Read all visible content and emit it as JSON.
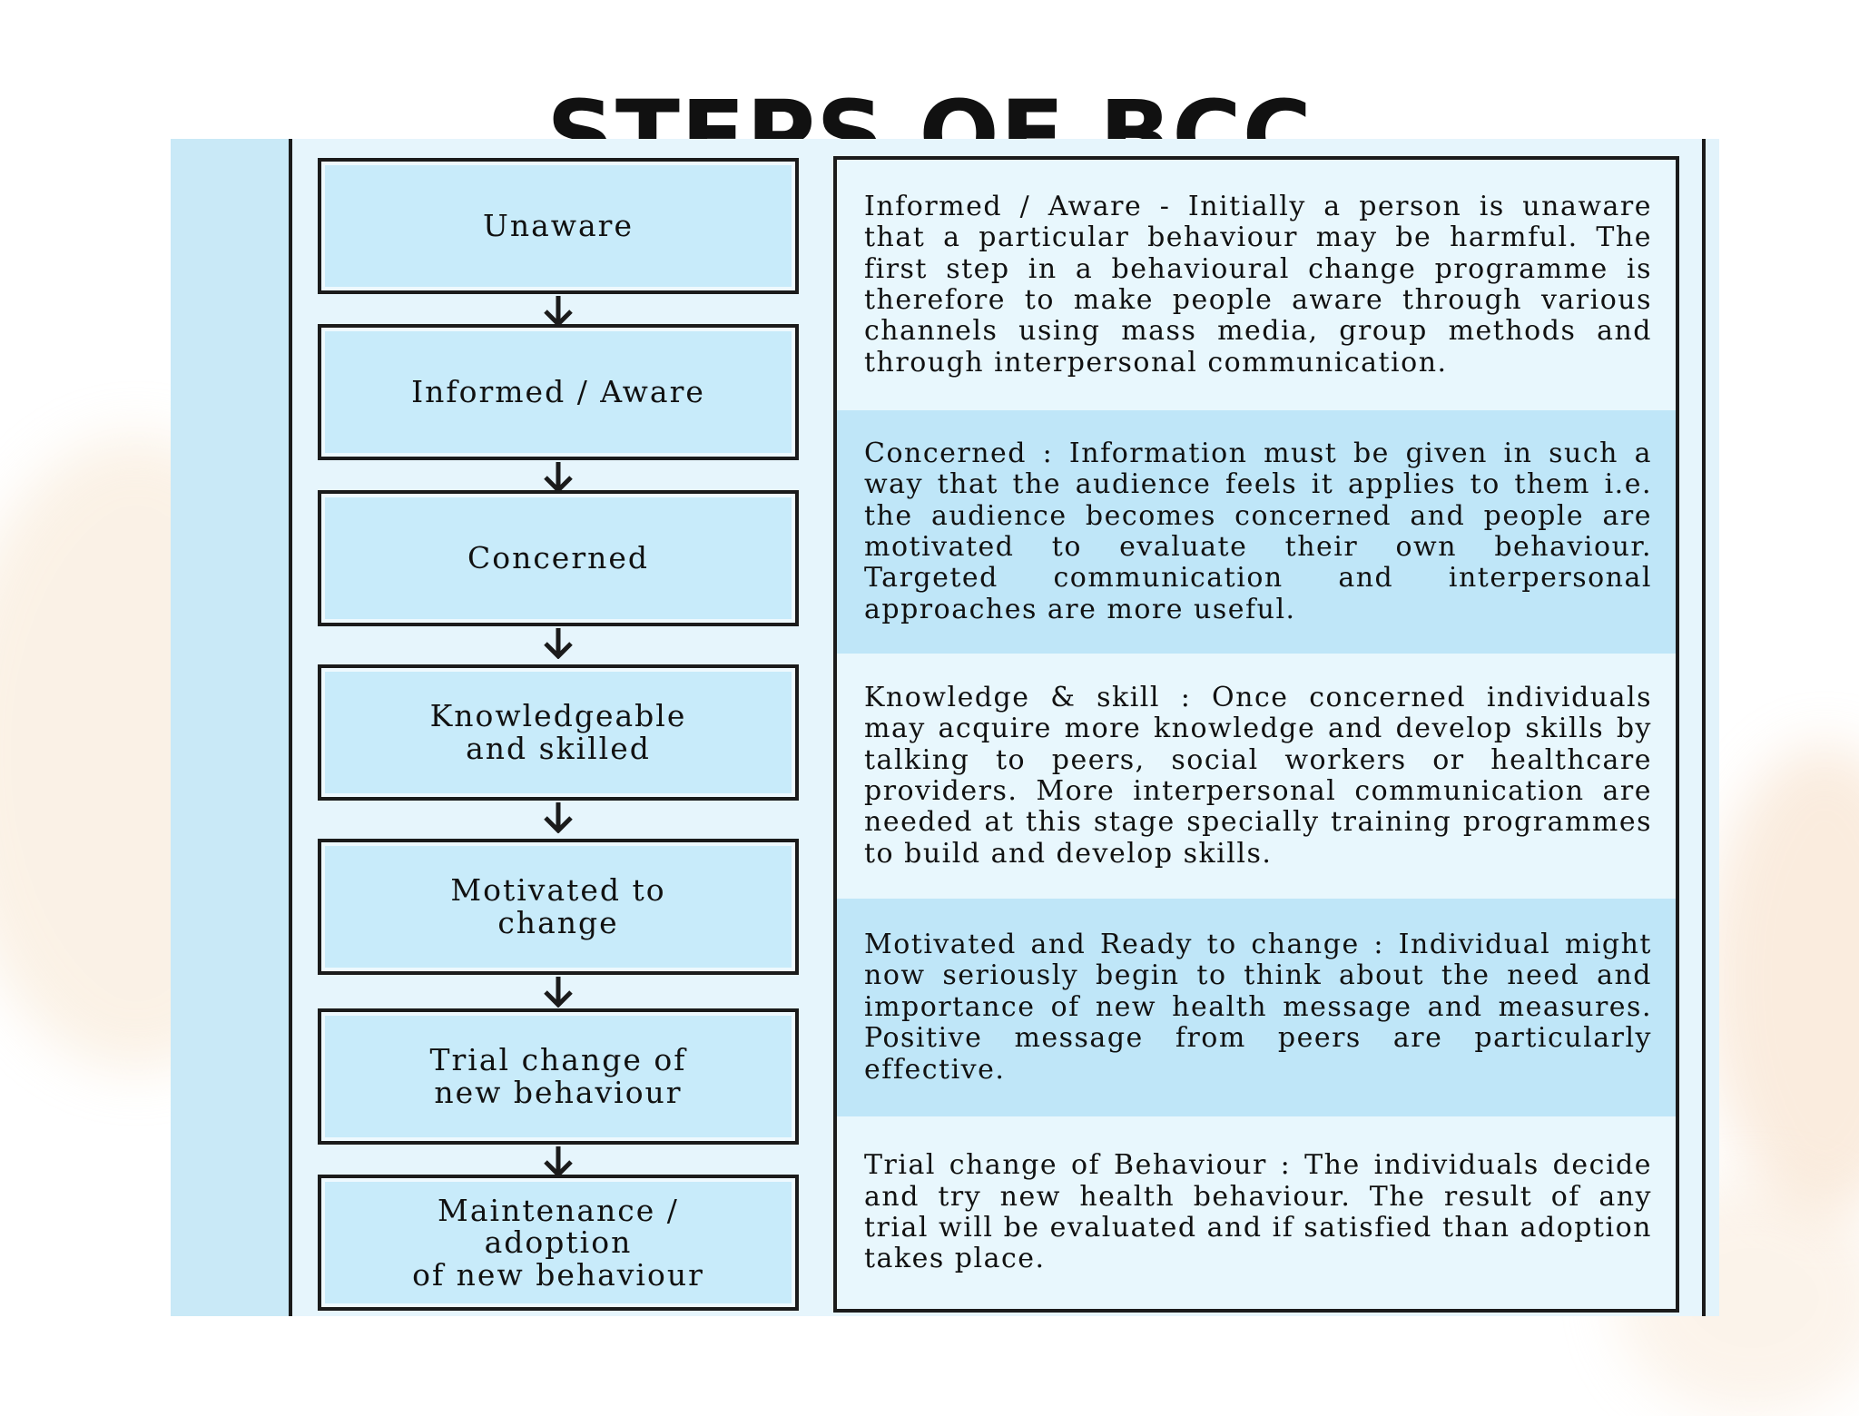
{
  "slide": {
    "title": "STEPS OF BCC"
  },
  "steps": [
    "Unaware",
    "Informed / Aware",
    "Concerned",
    "Knowledgeable\nand skilled",
    "Motivated to\nchange",
    "Trial change of\nnew behaviour",
    "Maintenance /\nadoption\nof new behaviour"
  ],
  "descriptions": [
    "Informed / Aware - Initially a person is unaware that a particular behaviour may be harmful. The first step in a behavioural change programme is therefore to make people aware through various channels using mass media, group methods and through interpersonal communication.",
    "Concerned : Information must be given in such a way that the audience feels it applies to them i.e. the audience becomes concerned and people are motivated to evaluate their own behaviour. Targeted communication and interpersonal approaches are more useful.",
    "Knowledge & skill : Once concerned individuals may acquire more knowledge and develop skills by talking to peers, social workers or healthcare providers. More interpersonal communication are needed at this stage specially training programmes to build and develop skills.",
    "Motivated and Ready to change : Individual might now seriously begin to think about the need and importance of new health message and measures. Positive message from peers are particularly effective.",
    "Trial change of Behaviour : The individuals decide and try new health behaviour. The result of any trial will be evaluated and if satisfied than adoption takes place."
  ],
  "icons": {
    "flow_arrow": "down-arrow-icon"
  },
  "colors": {
    "box_fill": "#c8ebfa",
    "panel_light": "#e8f7fd",
    "panel_dark": "#bfe6f8",
    "border": "#1b1b1b"
  }
}
